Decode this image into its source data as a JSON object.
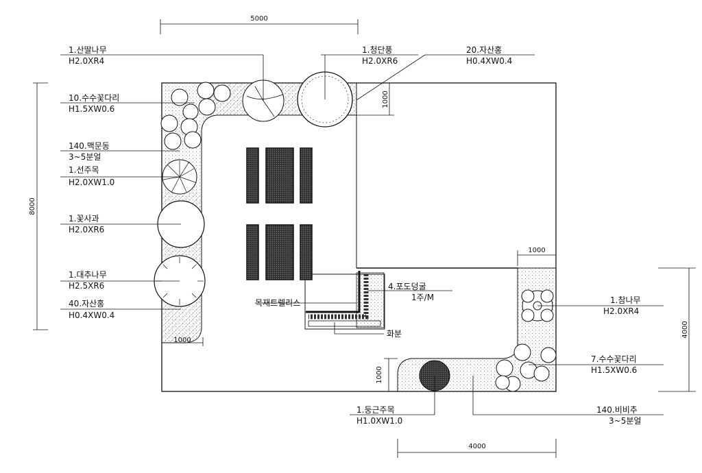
{
  "dimensions": {
    "top_width": "5000",
    "left_height": "8000",
    "top_strip": "1000",
    "left_strip": "1000",
    "right_strip": "1000",
    "right_height": "4000",
    "bottom_strip": "1000",
    "bottom_width": "4000"
  },
  "plants": {
    "p1": {
      "name": "1.산딸나무",
      "spec": "H2.0XR4"
    },
    "p2": {
      "name": "1.청단풍",
      "spec": "H2.0XR6"
    },
    "p3": {
      "name": "20.자산홍",
      "spec": "H0.4XW0.4"
    },
    "p4": {
      "name": "10.수수꽃다리",
      "spec": "H1.5XW0.6"
    },
    "p5": {
      "name": "140.맥문동",
      "spec": "3~5분얼"
    },
    "p6": {
      "name": "1.선주목",
      "spec": "H2.0XW1.0"
    },
    "p7": {
      "name": "1.꽃사과",
      "spec": "H2.0XR6"
    },
    "p8": {
      "name": "1.대추나무",
      "spec": "H2.5XR6"
    },
    "p9": {
      "name": "40.자산홍",
      "spec": "H0.4XW0.4"
    },
    "p10": {
      "name": "4.포도덩굴",
      "spec": "1주/M"
    },
    "p11": {
      "name": "1.참나무",
      "spec": "H2.0XR4"
    },
    "p12": {
      "name": "7.수수꽃다리",
      "spec": "H1.5XW0.6"
    },
    "p13": {
      "name": "1.둥근주목",
      "spec": "H1.0XW1.0"
    },
    "p14": {
      "name": "140.비비추",
      "spec": "3~5분얼"
    }
  },
  "features": {
    "trellis": "목재트렐리스",
    "planter": "화분"
  }
}
